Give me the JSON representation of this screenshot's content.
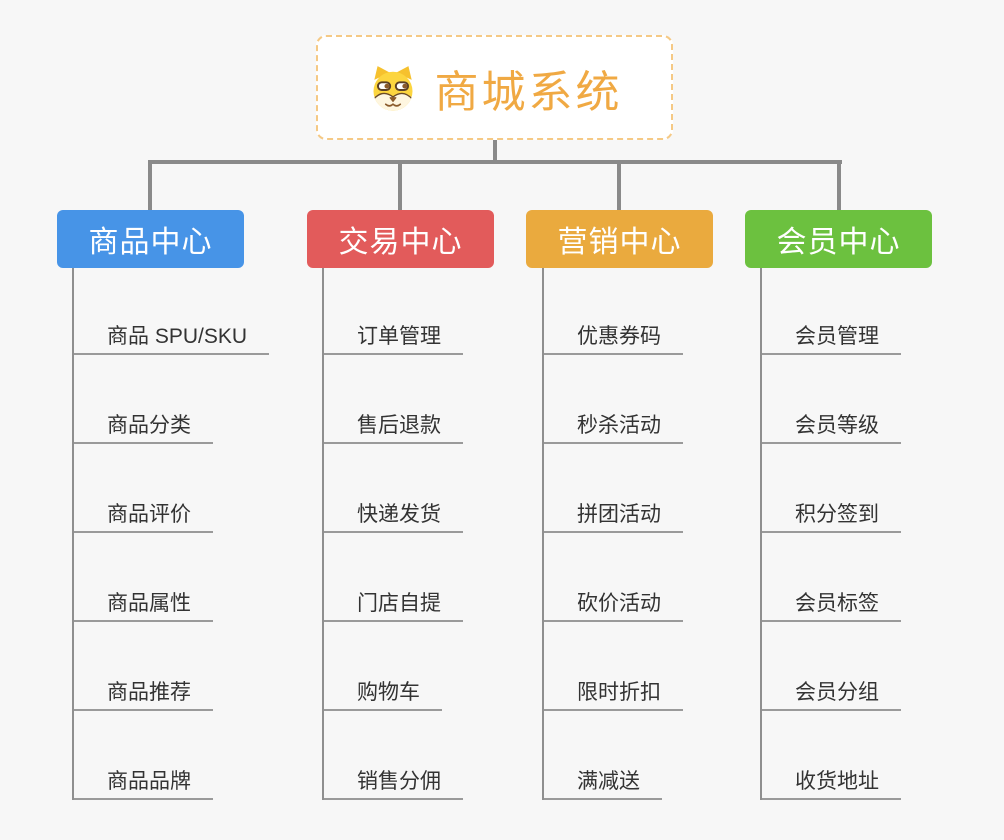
{
  "root": {
    "title": "商城系统",
    "icon": "dog-face-icon",
    "title_color": "#f0a943",
    "border_color": "#f5c985"
  },
  "connector_color": "#8a8a8a",
  "underline_color": "#9a9a9a",
  "background_color": "#f7f7f7",
  "branches": [
    {
      "label": "商品中心",
      "color": "#4794e7",
      "items": [
        "商品 SPU/SKU",
        "商品分类",
        "商品评价",
        "商品属性",
        "商品推荐",
        "商品品牌"
      ]
    },
    {
      "label": "交易中心",
      "color": "#e25b5b",
      "items": [
        "订单管理",
        "售后退款",
        "快递发货",
        "门店自提",
        "购物车",
        "销售分佣"
      ]
    },
    {
      "label": "营销中心",
      "color": "#eaaa3e",
      "items": [
        "优惠券码",
        "秒杀活动",
        "拼团活动",
        "砍价活动",
        "限时折扣",
        "满减送"
      ]
    },
    {
      "label": "会员中心",
      "color": "#6cc13f",
      "items": [
        "会员管理",
        "会员等级",
        "积分签到",
        "会员标签",
        "会员分组",
        "收货地址"
      ]
    }
  ]
}
